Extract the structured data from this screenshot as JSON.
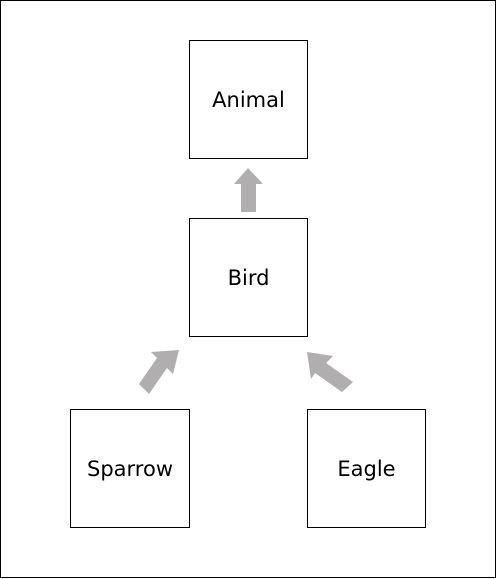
{
  "diagram": {
    "nodes": {
      "animal": "Animal",
      "bird": "Bird",
      "sparrow": "Sparrow",
      "eagle": "Eagle"
    },
    "arrow_color": "#b0aeae",
    "edges": [
      {
        "from": "bird",
        "to": "animal"
      },
      {
        "from": "sparrow",
        "to": "bird"
      },
      {
        "from": "eagle",
        "to": "bird"
      }
    ]
  }
}
